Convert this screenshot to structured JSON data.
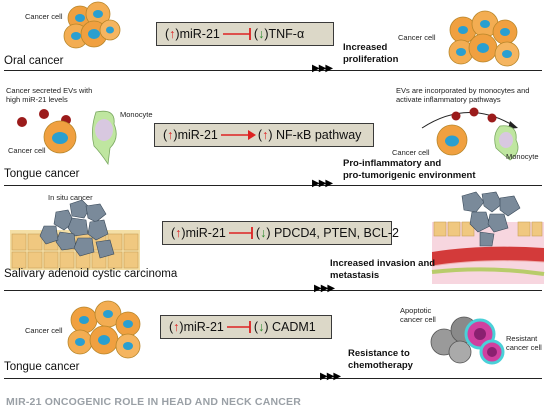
{
  "rows": [
    {
      "cancer": "Oral cancer",
      "cell_label": "Cancer cell",
      "box": {
        "mir": "miR-21",
        "target": "TNF-α",
        "relation": "inhibit"
      },
      "effect_lines": [
        "Increased",
        "proliferation"
      ],
      "right_label": "Cancer cell"
    },
    {
      "cancer": "Tongue cancer",
      "left_note": "Cancer secreted EVs with high miR-21 levels",
      "cell_label": "Cancer cell",
      "monocyte_label": "Monocyte",
      "box": {
        "mir": "miR-21",
        "target": "NF-κB pathway",
        "relation": "activate"
      },
      "effect_lines": [
        "Pro-inflammatory and",
        "pro-tumorigenic environment"
      ],
      "right_note": "EVs are incorporated by monocytes and activate inflammatory pathways",
      "right_cell_label": "Cancer cell",
      "right_monocyte_label": "Monocyte"
    },
    {
      "cancer": "Salivary adenoid cystic carcinoma",
      "cell_label": "In situ cancer",
      "box": {
        "mir": "miR-21",
        "target": "PDCD4, PTEN, BCL-2",
        "relation": "inhibit"
      },
      "effect_lines": [
        "Increased invasion and",
        "metastasis"
      ]
    },
    {
      "cancer": "Tongue cancer",
      "cell_label": "Cancer cell",
      "box": {
        "mir": "miR-21",
        "target": "CADM1",
        "relation": "inhibit"
      },
      "effect_lines": [
        "Resistance to",
        "chemotherapy"
      ],
      "right_label_1": "Apoptotic cancer cell",
      "right_label_2": "Resistant cancer cell"
    }
  ],
  "symbols": {
    "up": "↑",
    "down": "↓",
    "chevrons": "▶▶▶"
  },
  "footer": "MIR-21 ONCOGENIC ROLE IN HEAD AND NECK CANCER",
  "colors": {
    "box_fill": "#dcd8c8",
    "up": "#dd2222",
    "down": "#2a8a2a",
    "cell_orange": "#f0a040",
    "nucleus": "#2a9fd0"
  }
}
